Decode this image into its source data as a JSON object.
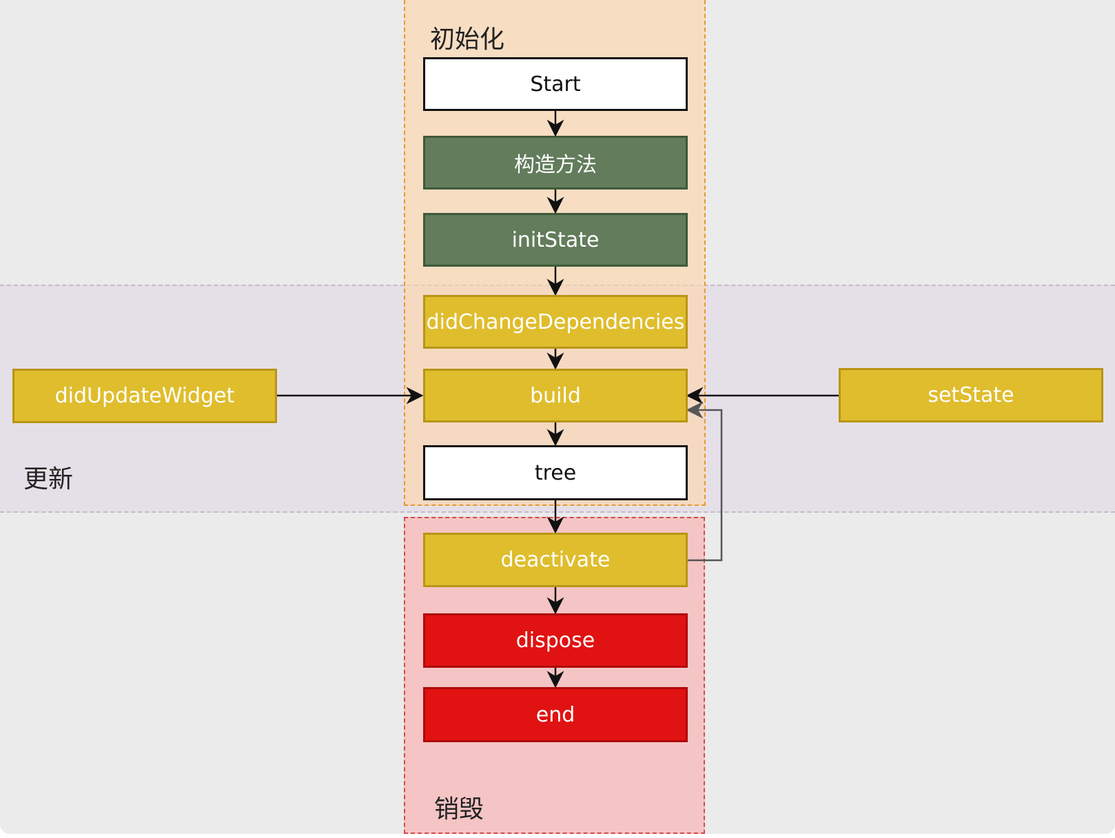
{
  "regions": {
    "init_label": "初始化",
    "update_label": "更新",
    "destroy_label": "销毁"
  },
  "nodes": {
    "start": "Start",
    "constructor": "构造方法",
    "init_state": "initState",
    "did_change_dependencies": "didChangeDependencies",
    "build": "build",
    "tree": "tree",
    "deactivate": "deactivate",
    "dispose": "dispose",
    "end": "end",
    "did_update_widget": "didUpdateWidget",
    "set_state": "setState"
  },
  "colors": {
    "init_fill": "#ffd5aa",
    "init_border": "#e69a2e",
    "update_fill": "#e5e0e7",
    "destroy_fill": "#f5c4c4",
    "destroy_border": "#d44a4a",
    "green_node": "#627c5c",
    "yellow_node": "#dfbd2d",
    "red_node": "#e01212"
  }
}
